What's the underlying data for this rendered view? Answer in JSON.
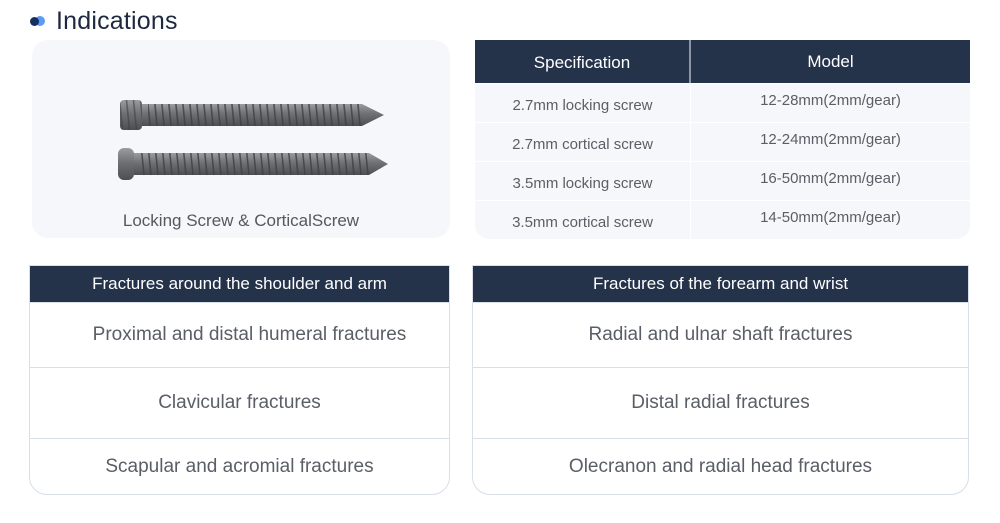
{
  "header": {
    "title": "Indications",
    "icon": "two-dots-icon",
    "colors": {
      "dot_dark": "#14305e",
      "dot_blue": "#5b9bf5",
      "title": "#1d2940"
    }
  },
  "product_image": {
    "caption": "Locking Screw & CorticalScrew",
    "items": [
      "locking-screw",
      "cortical-screw"
    ]
  },
  "spec_table": {
    "columns": [
      "Specification",
      "Model"
    ],
    "rows": [
      {
        "spec": "2.7mm locking screw",
        "model": "12-28mm(2mm/gear)"
      },
      {
        "spec": "2.7mm cortical screw",
        "model": "12-24mm(2mm/gear)"
      },
      {
        "spec": "3.5mm locking screw",
        "model": "16-50mm(2mm/gear)"
      },
      {
        "spec": "3.5mm cortical screw",
        "model": "14-50mm(2mm/gear)"
      }
    ],
    "header_color": "#24324a"
  },
  "indications": [
    {
      "heading": "Fractures around the shoulder and arm",
      "items": [
        "Proximal and distal humeral fractures",
        "Clavicular fractures",
        "Scapular and acromial fractures"
      ]
    },
    {
      "heading": "Fractures of the forearm and wrist",
      "items": [
        "Radial and ulnar shaft fractures",
        "Distal radial fractures",
        "Olecranon and radial head fractures"
      ]
    }
  ]
}
